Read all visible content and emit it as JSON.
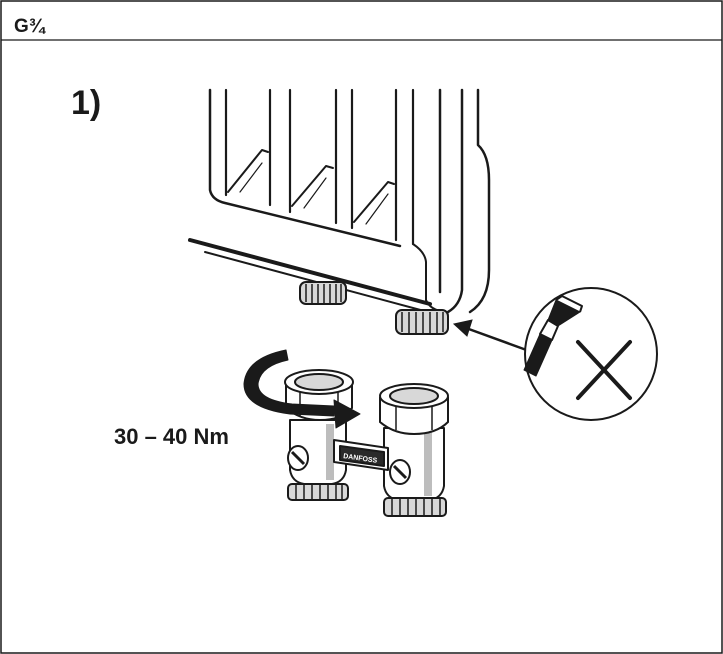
{
  "thread_size": "G¾",
  "step": "1)",
  "torque": "30 – 40 Nm",
  "valve_brand": "DANFOSS",
  "colors": {
    "line": "#1a1a1a",
    "background": "#ffffff",
    "thread_fill": "#d8d8d8",
    "valve_shade": "#bdbdbd",
    "brand_plate": "#2a2a2a"
  },
  "icons": [
    "brush-icon",
    "cross-icon",
    "rotation-arrow-icon",
    "pointer-arrow-icon"
  ]
}
